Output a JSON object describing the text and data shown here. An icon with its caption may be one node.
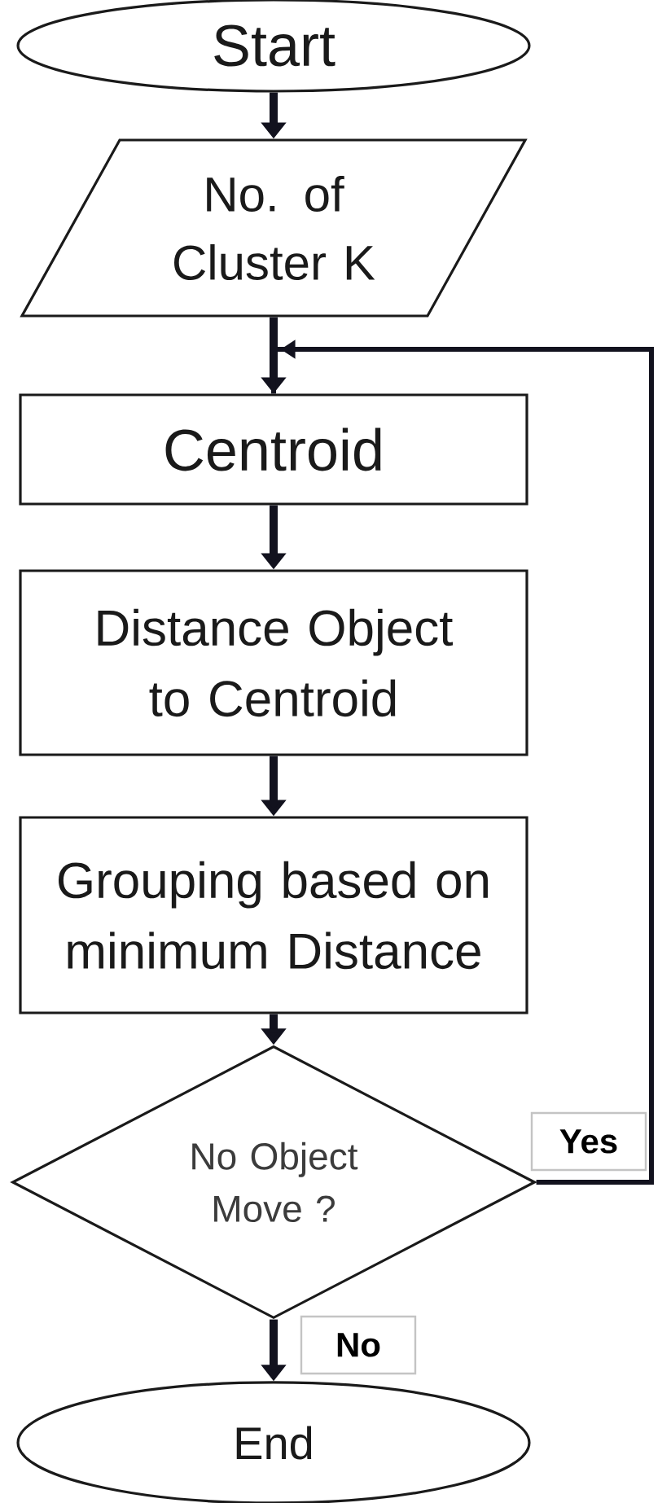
{
  "diagram": {
    "nodes": [
      {
        "text": [
          "Start"
        ]
      },
      {
        "text": [
          "No. of Cluster K"
        ]
      },
      {
        "text": [
          "Centroid"
        ]
      },
      {
        "text": [
          "Distance Object to Centroid"
        ]
      },
      {
        "text": [
          "Grouping based on minimum Distance"
        ]
      },
      {
        "text": [
          "No Object Move ?"
        ]
      },
      {
        "text": [
          "End"
        ]
      }
    ],
    "edges": [
      {
        "from": 0,
        "to": 1,
        "arrow": "to"
      },
      {
        "from": 1,
        "to": 2,
        "arrow": "to"
      },
      {
        "from": 2,
        "to": 3,
        "arrow": "to"
      },
      {
        "from": 3,
        "to": 4,
        "arrow": "to"
      },
      {
        "from": 4,
        "to": 5,
        "arrow": "to"
      },
      {
        "from": 5,
        "to": 2,
        "arrow": "to",
        "label": "Yes"
      },
      {
        "from": 5,
        "to": 6,
        "arrow": "to",
        "label": "No"
      }
    ]
  }
}
